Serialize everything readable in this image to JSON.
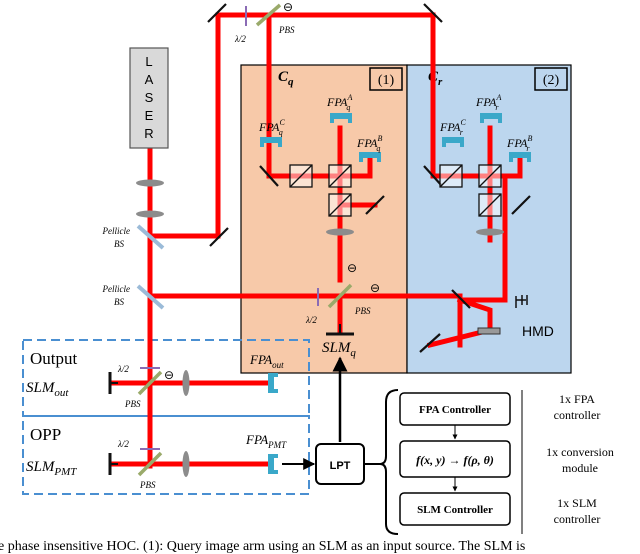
{
  "colors": {
    "beam": "#ff0000",
    "query_panel": "#f7c9a9",
    "ref_panel": "#bcd6ee",
    "fpa": "#3aa8c9",
    "dashed_box": "#4a8fd1",
    "lens": "#8c8c8c",
    "waveplate": "#8a6bb5",
    "pbs_plate": "#9aaa6a",
    "pellicle": "#9bbbd8",
    "laser_body": "#d9d9d9"
  },
  "labels": {
    "laser": [
      "L",
      "A",
      "S",
      "E",
      "R"
    ],
    "panel1_tag": "(1)",
    "panel2_tag": "(2)",
    "cq_main": "C",
    "cq_sub": "q",
    "cr_main": "C",
    "cr_sub": "r",
    "fpa": "FPA",
    "sup_a": "A",
    "sup_b": "B",
    "sup_c": "C",
    "sub_q": "q",
    "sub_r": "r",
    "lambda2": "λ/2",
    "pbs": "PBS",
    "pellicle_1": "Pellicle",
    "pellicle_2": "BS",
    "hmd": "HMD",
    "slm": "SLM",
    "sub_out": "out",
    "sub_pmt": "PMT",
    "output": "Output",
    "opp": "OPP",
    "lpt": "LPT",
    "minus": "⊖"
  },
  "controller": {
    "fpa_controller": "FPA Controller",
    "conversion": "f(x, y) → f(ρ, θ)",
    "slm_controller": "SLM Controller",
    "note_fpa_1": "1x FPA",
    "note_fpa_2": "controller",
    "note_conv_1": "1x conversion",
    "note_conv_2": "module",
    "note_slm_1": "1x SLM",
    "note_slm_2": "controller"
  },
  "caption": "e phase insensitive HOC. (1): Query image arm using an SLM as an input source. The SLM is"
}
